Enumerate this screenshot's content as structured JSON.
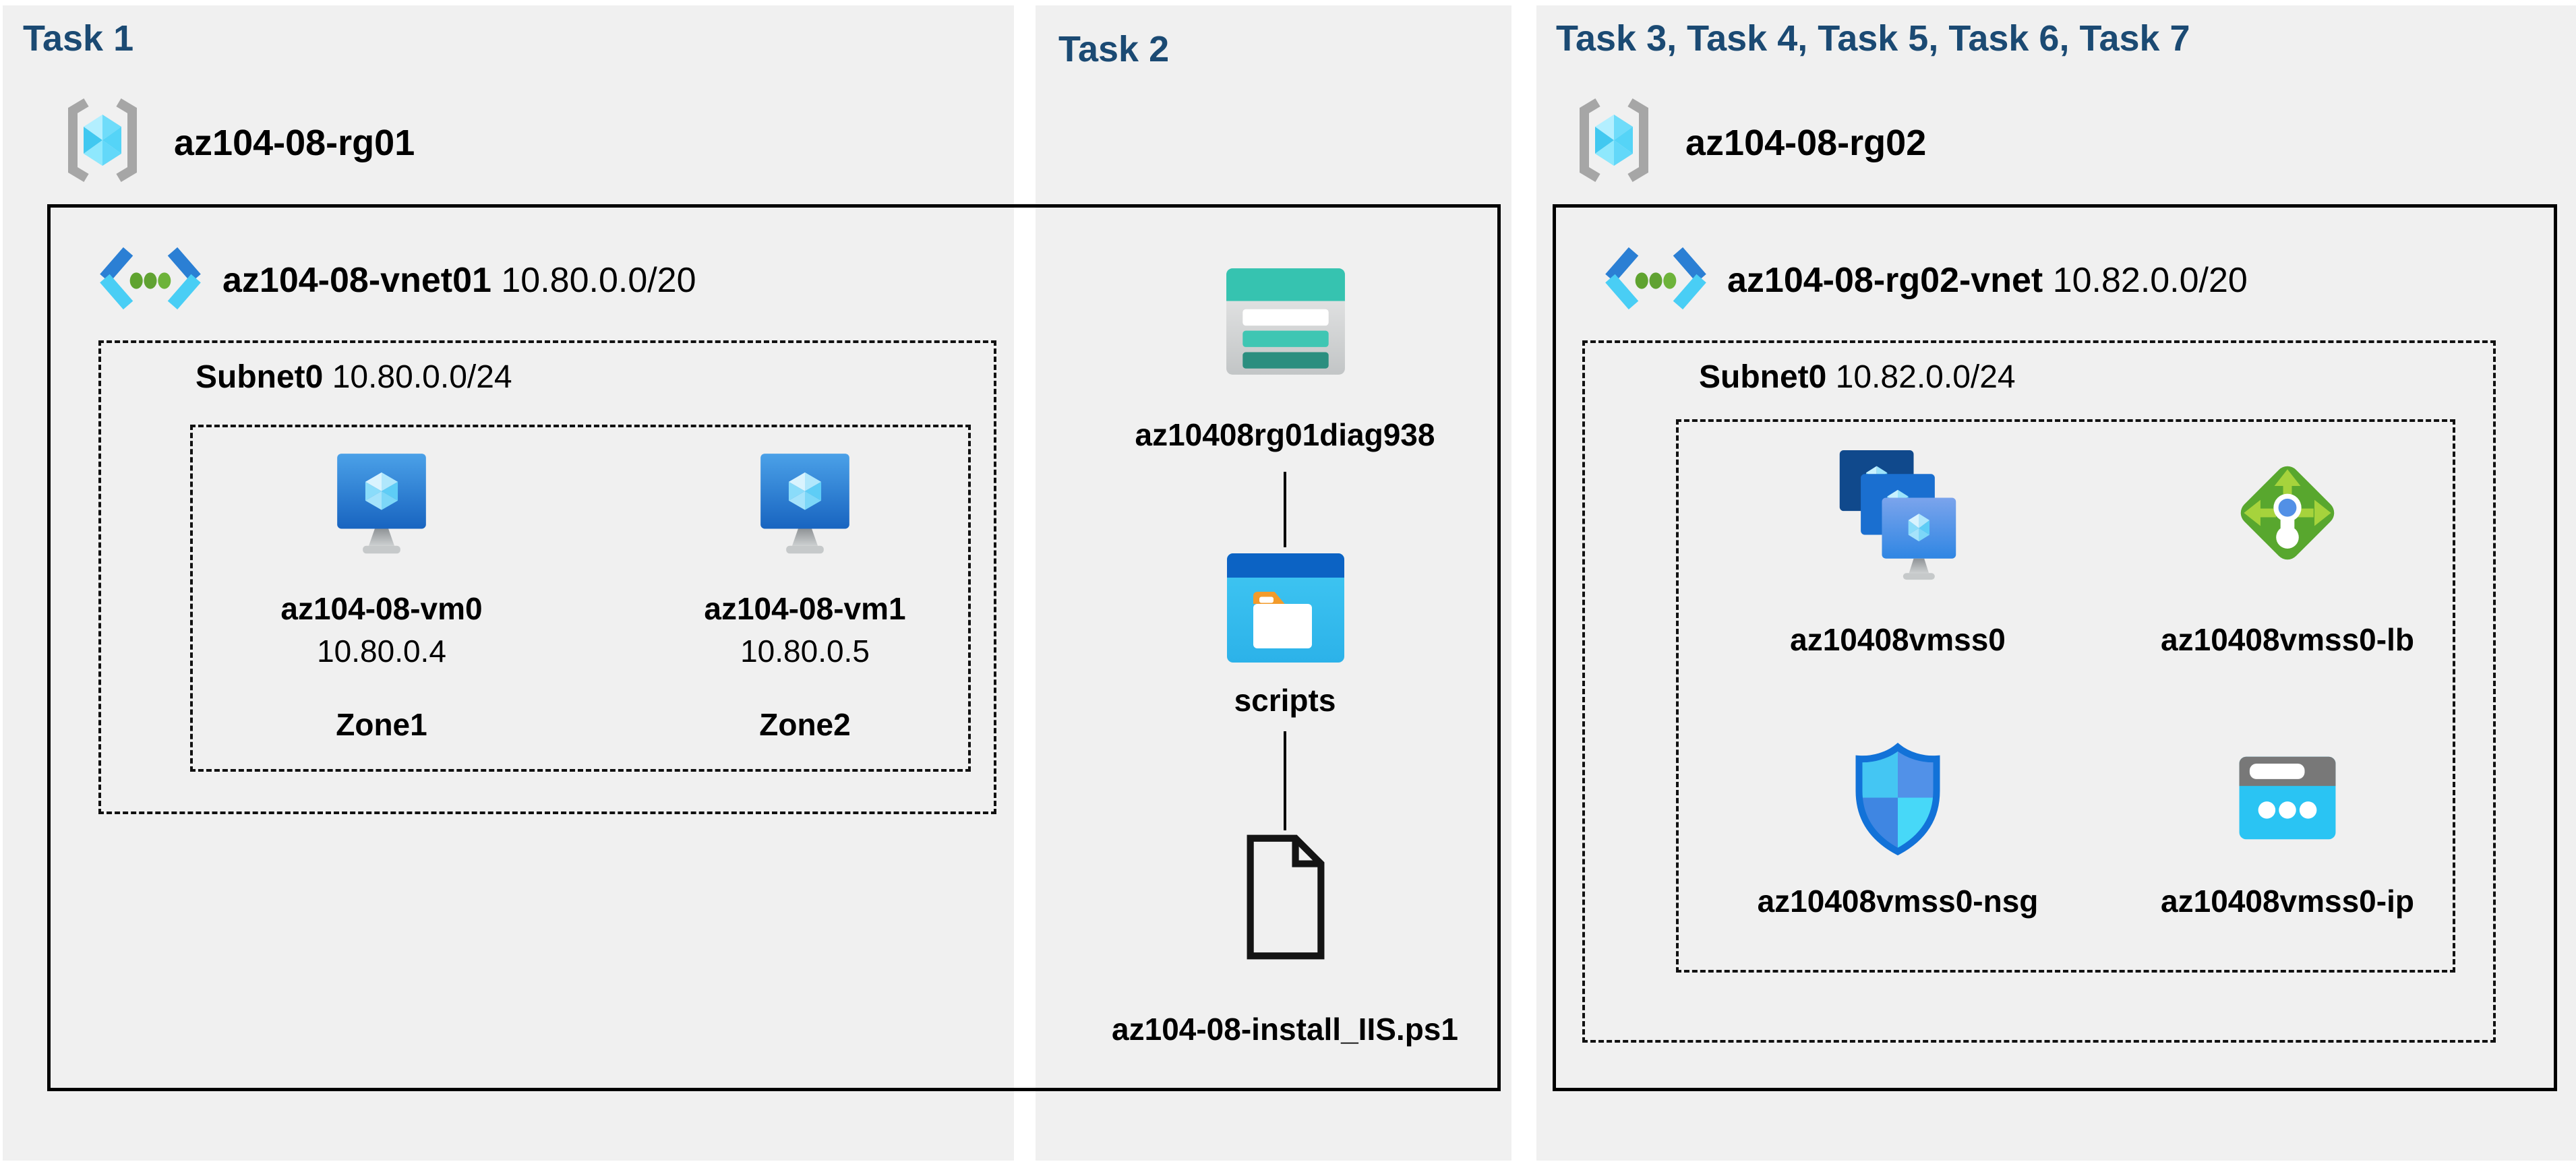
{
  "colors": {
    "page_bg": "#ffffff",
    "panel_bg": "#f0f0f0",
    "title_color": "#1b4a73",
    "text_color": "#000000",
    "box_border": "#000000",
    "vnet_blue": "#2b7fd4",
    "vnet_cyan": "#49cef5",
    "vnet_green": "#60a232",
    "lb_green": "#58a72e",
    "storage_teal": "#36c3b0",
    "folder_orange": "#f29b2b",
    "ip_cyan": "#2ac4f3"
  },
  "task1": {
    "title": "Task 1",
    "resource_group": "az104-08-rg01",
    "vnet_name": "az104-08-vnet01",
    "vnet_cidr": "10.80.0.0/20",
    "subnet_name": "Subnet0",
    "subnet_cidr": "10.80.0.0/24",
    "vms": [
      {
        "name": "az104-08-vm0",
        "ip": "10.80.0.4",
        "zone": "Zone1"
      },
      {
        "name": "az104-08-vm1",
        "ip": "10.80.0.5",
        "zone": "Zone2"
      }
    ]
  },
  "task2": {
    "title": "Task 2",
    "storage_account": "az10408rg01diag938",
    "folder": "scripts",
    "script_file": "az104-08-install_IIS.ps1"
  },
  "task3": {
    "title": "Task 3, Task 4, Task 5, Task 6, Task 7",
    "resource_group": "az104-08-rg02",
    "vnet_name": "az104-08-rg02-vnet",
    "vnet_cidr": "10.82.0.0/20",
    "subnet_name": "Subnet0",
    "subnet_cidr": "10.82.0.0/24",
    "resources": [
      {
        "name": "az10408vmss0",
        "type": "vm-scale-set"
      },
      {
        "name": "az10408vmss0-lb",
        "type": "load-balancer"
      },
      {
        "name": "az10408vmss0-nsg",
        "type": "network-security-group"
      },
      {
        "name": "az10408vmss0-ip",
        "type": "public-ip"
      }
    ]
  }
}
